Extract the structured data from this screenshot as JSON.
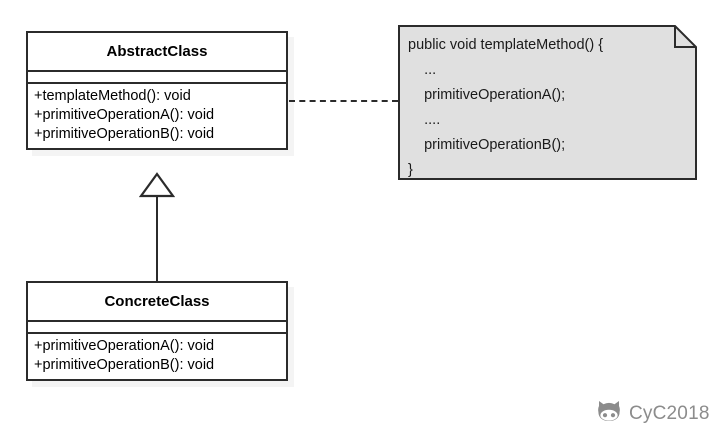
{
  "diagram": {
    "title": "Template Method pattern UML class diagram",
    "background_color": "#ffffff",
    "line_color": "#2b2b2b",
    "note_fill_color": "#e0e0e0"
  },
  "abstract_class": {
    "name": "AbstractClass",
    "attributes": [],
    "operations": [
      "+templateMethod(): void",
      "+primitiveOperationA(): void",
      "+primitiveOperationB(): void"
    ]
  },
  "concrete_class": {
    "name": "ConcreteClass",
    "attributes": [],
    "operations": [
      "+primitiveOperationA(): void",
      "+primitiveOperationB(): void"
    ]
  },
  "note": {
    "lines": [
      "public void templateMethod() {",
      "    ...",
      "    primitiveOperationA();",
      "    ....",
      "    primitiveOperationB();",
      "}"
    ]
  },
  "connectors": {
    "generalization": "ConcreteClass extends AbstractClass",
    "dependency": "AbstractClass templateMethod note link"
  },
  "watermark": {
    "label": "CyC2018",
    "icon": "octocat-icon",
    "color": "#8c8c8c"
  }
}
